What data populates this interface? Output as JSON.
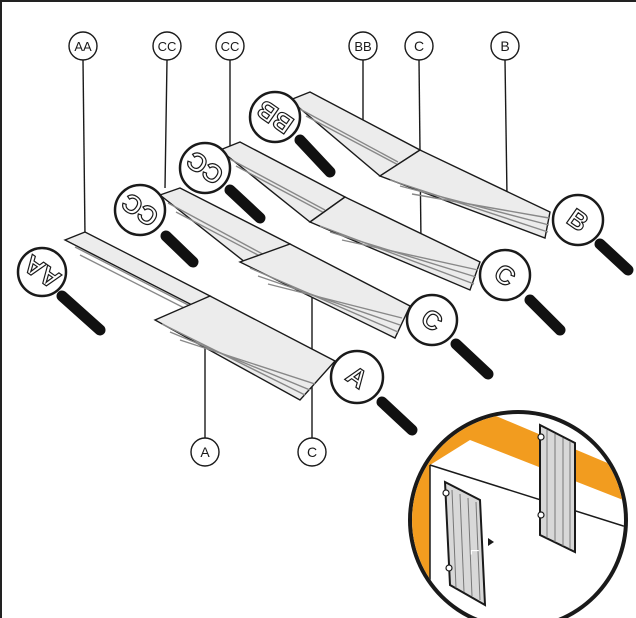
{
  "callouts": {
    "top": [
      "AA",
      "CC",
      "CC",
      "BB",
      "C",
      "B"
    ],
    "bottom": [
      "A",
      "C"
    ]
  },
  "magnifiers": {
    "aa": "AA",
    "cc1": "CC",
    "cc2": "CC",
    "bb": "BB",
    "a": "A",
    "c1": "C",
    "c2": "C",
    "b": "B"
  },
  "inset": {
    "accent_color": "#f29c1f",
    "door_glyph": "⌐"
  },
  "colors": {
    "line": "#1a1a1a",
    "panel_fill": "#e6e6e6",
    "panel_stripe": "#9a9a9a",
    "accent": "#f29c1f"
  }
}
